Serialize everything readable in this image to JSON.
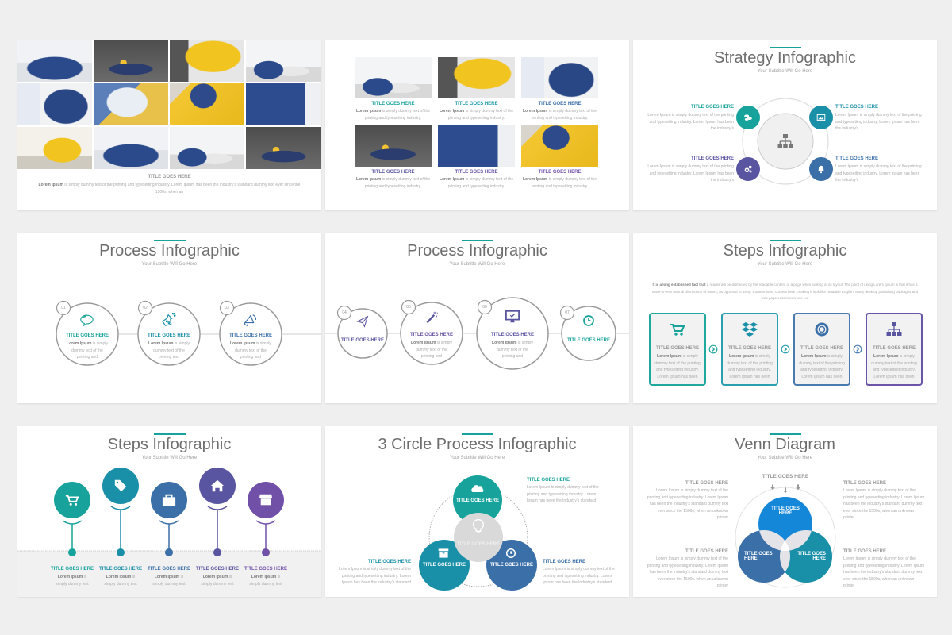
{
  "colors": {
    "accent": "#17a39b",
    "teal": "#17a39b",
    "teal_blue": "#1a8fa8",
    "blue": "#3a6fa8",
    "indigo": "#5a55a0",
    "purple": "#7150a8",
    "venn_blue": "#1487d9",
    "grey_text": "#6e6e6e"
  },
  "s1": {
    "title": "TITLE GOES HERE",
    "lead": "Lorem Ipsum",
    "body": " is simply dummy text of the printing and typesetting industry. Lorem Ipsum has been the industry's standard dummy text ever since the 1500s, when an"
  },
  "s2": {
    "cards": [
      {
        "title": "TITLE GOES HERE",
        "lead": "Lorem Ipsum",
        "body": " is simply dummy text of the printing and typesetting industry."
      },
      {
        "title": "TITLE GOES HERE",
        "lead": "Lorem Ipsum",
        "body": " is simply dummy text of the printing and typesetting industry."
      },
      {
        "title": "TITLE GOES HERE",
        "lead": "Lorem Ipsum",
        "body": " is simply dummy text of the printing and typesetting industry."
      },
      {
        "title": "TITLE GOES HERE",
        "lead": "Lorem Ipsum",
        "body": " is simply dummy text of the printing and typesetting industry."
      },
      {
        "title": "TITLE GOES HERE",
        "lead": "Lorem Ipsum",
        "body": " is simply dummy text of the printing and typesetting industry."
      },
      {
        "title": "TITLE GOES HERE",
        "lead": "Lorem Ipsum",
        "body": " is simply dummy text of the printing and typesetting industry."
      }
    ]
  },
  "s3": {
    "title": "Strategy Infographic",
    "subtitle": "Your Subtitle Will Go Here",
    "center_icon": "hierarchy-icon",
    "items": [
      {
        "title": "TITLE GOES HERE",
        "body": "Lorem Ipsum is simply dummy text of the printing and typesetting industry. Lorem Ipsum has been the industry's",
        "icon": "coins-icon"
      },
      {
        "title": "TITLE GOES HERE",
        "body": "Lorem Ipsum is simply dummy text of the printing and typesetting industry. Lorem Ipsum has been the industry's",
        "icon": "image-icon"
      },
      {
        "title": "TITLE GOES HERE",
        "body": "Lorem Ipsum is simply dummy text of the printing and typesetting industry. Lorem Ipsum has been the industry's",
        "icon": "gears-icon"
      },
      {
        "title": "TITLE GOES HERE",
        "body": "Lorem Ipsum is simply dummy text of the printing and typesetting industry. Lorem Ipsum has been the industry's",
        "icon": "bell-icon"
      }
    ]
  },
  "s4": {
    "title": "Process Infographic",
    "subtitle": "Your Subtitle Will Go Here",
    "steps": [
      {
        "num": "01",
        "title": "TITLE GOES HERE",
        "lead": "Lorem Ipsum",
        "body": " is simply dummy text of the printing and",
        "icon": "speech-bubble-icon"
      },
      {
        "num": "02",
        "title": "TITLE GOES HERE",
        "lead": "Lorem Ipsum",
        "body": " is simply dummy text of the printing and",
        "icon": "flask-icon"
      },
      {
        "num": "03",
        "title": "TITLE GOES HERE",
        "lead": "Lorem Ipsum",
        "body": " is simply dummy text of the printing and",
        "icon": "megaphone-icon"
      }
    ]
  },
  "s5": {
    "title": "Process Infographic",
    "subtitle": "Your Subtitle Will Go Here",
    "steps": [
      {
        "num": "04",
        "title": "TITLE GOES HERE",
        "icon": "paper-plane-icon"
      },
      {
        "num": "05",
        "title": "TITLE GOES HERE",
        "lead": "Lorem Ipsum",
        "body": " is simply dummy text of the printing and",
        "icon": "magic-wand-icon"
      },
      {
        "num": "06",
        "title": "TITLE GOES HERE",
        "lead": "Lorem Ipsum",
        "body": " is simply dummy text of the printing and",
        "icon": "monitor-icon"
      },
      {
        "num": "07",
        "title": "TITLE GOES HERE",
        "icon": "clock-icon"
      }
    ]
  },
  "s6": {
    "title": "Steps Infographic",
    "subtitle": "Your Subtitle Will Go Here",
    "intro_lead": "It is a long established fact that",
    "intro_body": " a reader will be distracted by the readable content of a page when looking at its layout. The point of using Lorem Ipsum is that it has a more-or-less normal distribution of letters, as opposed to using 'Content here, content here', making it look like readable English. Many desktop publishing packages and web page editors now use Lor",
    "cards": [
      {
        "title": "TITLE GOES HERE",
        "lead": "Lorem Ipsum",
        "body": " is simply dummy text of the printing and typesetting industry. Lorem Ipsum has been the",
        "icon": "cart-icon"
      },
      {
        "title": "TITLE GOES HERE",
        "lead": "Lorem Ipsum",
        "body": " is simply dummy text of the printing and typesetting industry. Lorem Ipsum has been the",
        "icon": "dropbox-icon"
      },
      {
        "title": "TITLE GOES HERE",
        "lead": "Lorem Ipsum",
        "body": " is simply dummy text of the printing and typesetting industry. Lorem Ipsum has been the",
        "icon": "lifebuoy-icon"
      },
      {
        "title": "TITLE GOES HERE",
        "lead": "Lorem Ipsum",
        "body": " is simply dummy text of the printing and typesetting industry. Lorem Ipsum has been the",
        "icon": "hierarchy-icon"
      }
    ]
  },
  "s7": {
    "title": "Steps Infographic",
    "subtitle": "Your Subtitle Will Go Here",
    "steps": [
      {
        "title": "TITLE GOES HERE",
        "lead": "Lorem Ipsum",
        "body": " is simply dummy text",
        "icon": "cart-icon"
      },
      {
        "title": "TITLE GOES HERE",
        "lead": "Lorem Ipsum",
        "body": " is simply dummy text",
        "icon": "tag-icon"
      },
      {
        "title": "TITLE GOES HERE",
        "lead": "Lorem Ipsum",
        "body": " is simply dummy text",
        "icon": "briefcase-icon"
      },
      {
        "title": "TITLE GOES HERE",
        "lead": "Lorem Ipsum",
        "body": " is simply dummy text",
        "icon": "home-icon"
      },
      {
        "title": "TITLE GOES HERE",
        "lead": "Lorem Ipsum",
        "body": " is simply dummy text",
        "icon": "store-icon"
      }
    ]
  },
  "s8": {
    "title": "3 Circle Process Infographic",
    "subtitle": "Your Subtitle Will Go Here",
    "circles": {
      "top": "TITLE GOES HERE",
      "center": "TITLE GOES HERE",
      "left": "TITLE GOES HERE",
      "right": "TITLE GOES HERE"
    },
    "notes": [
      {
        "title": "TITLE GOES HERE",
        "body": "Lorem Ipsum is simply dummy text of the printing and typesetting industry. Lorem Ipsum has been the industry's standard"
      },
      {
        "title": "TITLE GOES HERE",
        "body": "Lorem Ipsum is simply dummy text of the printing and typesetting industry. Lorem Ipsum has been the industry's standard"
      },
      {
        "title": "TITLE GOES HERE",
        "body": "Lorem Ipsum is simply dummy text of the printing and typesetting industry. Lorem Ipsum has been the industry's standard"
      }
    ]
  },
  "s9": {
    "title": "Venn Diagram",
    "subtitle": "Your Subtitle Will Go Here",
    "top_label": "TITLE GOES HERE",
    "circles": {
      "top": "TITLE GOES HERE",
      "left": "TITLE GOES HERE",
      "right": "TITLE GOES HERE"
    },
    "notes": [
      {
        "title": "TITLE GOES HERE",
        "body": "Lorem Ipsum is simply dummy text of the printing and typesetting industry. Lorem Ipsum has been the industry's standard dummy text ever since the 1500s, when an unknown printer"
      },
      {
        "title": "TITLE GOES HERE",
        "body": "Lorem Ipsum is simply dummy text of the printing and typesetting industry. Lorem Ipsum has been the industry's standard dummy text ever since the 1500s, when an unknown printer"
      },
      {
        "title": "TITLE GOES HERE",
        "body": "Lorem Ipsum is simply dummy text of the printing and typesetting industry. Lorem Ipsum has been the industry's standard dummy text ever since the 1500s, when an unknown printer"
      },
      {
        "title": "TITLE GOES HERE",
        "body": "Lorem Ipsum is simply dummy text of the printing and typesetting industry. Lorem Ipsum has been the industry's standard dummy text ever since the 1500s, when an unknown printer"
      }
    ]
  }
}
